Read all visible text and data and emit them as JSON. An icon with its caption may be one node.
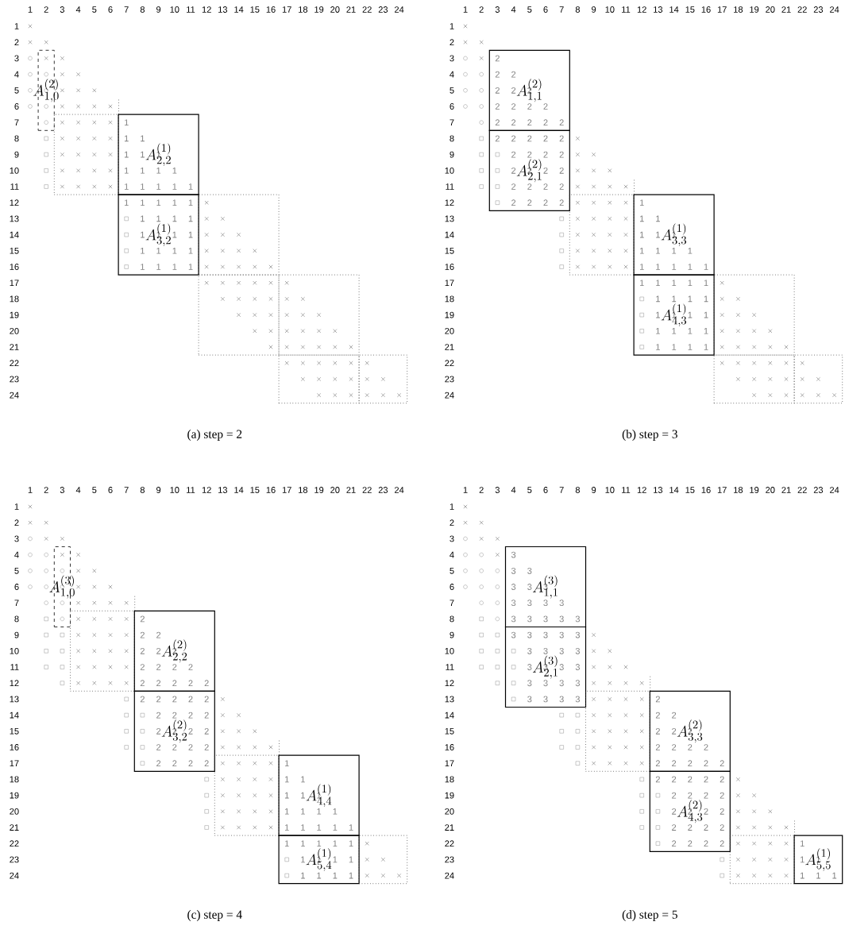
{
  "diagram": {
    "nodes": [
      {
        "text": [
          "A_{1,0}^{(2)}"
        ]
      },
      {
        "text": [],
        "shape": "box"
      },
      {
        "text": [
          "A_{2,2}^{(1)}"
        ]
      },
      {
        "text": [
          "A_{3,2}^{(1)}"
        ]
      },
      {
        "text": [],
        "shape": "box"
      },
      {
        "text": [],
        "shape": "box"
      },
      {
        "text": [],
        "shape": "box"
      },
      {
        "text": [],
        "shape": "box"
      },
      {
        "text": [],
        "shape": "box"
      },
      {
        "text": [
          "A_{1,1}^{(2)}"
        ]
      },
      {
        "text": [
          "A_{2,1}^{(2)}"
        ]
      },
      {
        "text": [],
        "shape": "box"
      },
      {
        "text": [
          "A_{3,3}^{(1)}"
        ]
      },
      {
        "text": [
          "A_{4,3}^{(1)}"
        ]
      },
      {
        "text": [],
        "shape": "box"
      },
      {
        "text": [],
        "shape": "box"
      },
      {
        "text": [],
        "shape": "box"
      },
      {
        "text": [
          "A_{1,0}^{(3)}"
        ]
      },
      {
        "text": [],
        "shape": "box"
      },
      {
        "text": [
          "A_{2,2}^{(2)}"
        ]
      },
      {
        "text": [
          "A_{3,2}^{(2)}"
        ]
      },
      {
        "text": [],
        "shape": "box"
      },
      {
        "text": [
          "A_{4,4}^{(1)}"
        ]
      },
      {
        "text": [
          "A_{5,4}^{(1)}"
        ]
      },
      {
        "text": [],
        "shape": "box"
      },
      {
        "text": [
          "A_{1,1}^{(3)}"
        ]
      },
      {
        "text": [
          "A_{2,1}^{(3)}"
        ]
      },
      {
        "text": [],
        "shape": "box"
      },
      {
        "text": [
          "A_{3,3}^{(2)}"
        ]
      },
      {
        "text": [
          "A_{4,3}^{(2)}"
        ]
      },
      {
        "text": [],
        "shape": "box"
      },
      {
        "text": [
          "A_{5,5}^{(1)}"
        ]
      }
    ],
    "labels": [
      "1",
      "2",
      "3",
      "4",
      "5",
      "6",
      "7",
      "8",
      "9",
      "10",
      "11",
      "12",
      "13",
      "14",
      "15",
      "16",
      "17",
      "18",
      "19",
      "20",
      "21",
      "22",
      "23",
      "24",
      "1",
      "2",
      "3",
      "4",
      "5",
      "6",
      "7",
      "1",
      "8",
      "1",
      "1",
      "9",
      "1",
      "1",
      "1",
      "10",
      "1",
      "1",
      "1",
      "1",
      "11",
      "1",
      "1",
      "1",
      "1",
      "1",
      "12",
      "1",
      "1",
      "1",
      "1",
      "1",
      "13",
      "1",
      "1",
      "1",
      "1",
      "14",
      "1",
      "1",
      "1",
      "1",
      "15",
      "1",
      "1",
      "1",
      "1",
      "16",
      "1",
      "1",
      "1",
      "1",
      "17",
      "18",
      "19",
      "20",
      "21",
      "22",
      "23",
      "24",
      "(a) step = 2",
      "1",
      "2",
      "3",
      "4",
      "5",
      "6",
      "7",
      "8",
      "9",
      "10",
      "11",
      "12",
      "13",
      "14",
      "15",
      "16",
      "17",
      "18",
      "19",
      "20",
      "21",
      "22",
      "23",
      "24",
      "1",
      "2",
      "3",
      "2",
      "4",
      "2",
      "2",
      "5",
      "2",
      "2",
      "2",
      "6",
      "2",
      "2",
      "2",
      "2",
      "7",
      "2",
      "2",
      "2",
      "2",
      "2",
      "8",
      "2",
      "2",
      "2",
      "2",
      "2",
      "9",
      "2",
      "2",
      "2",
      "2",
      "10",
      "2",
      "2",
      "2",
      "2",
      "11",
      "2",
      "2",
      "2",
      "2",
      "12",
      "2",
      "2",
      "2",
      "2",
      "1",
      "13",
      "1",
      "1",
      "14",
      "1",
      "1",
      "1",
      "15",
      "1",
      "1",
      "1",
      "1",
      "16",
      "1",
      "1",
      "1",
      "1",
      "1",
      "17",
      "1",
      "1",
      "1",
      "1",
      "1",
      "18",
      "1",
      "1",
      "1",
      "1",
      "19",
      "1",
      "1",
      "1",
      "1",
      "20",
      "1",
      "1",
      "1",
      "1",
      "21",
      "1",
      "1",
      "1",
      "1",
      "22",
      "23",
      "24",
      "(b) step = 3",
      "1",
      "2",
      "3",
      "4",
      "5",
      "6",
      "7",
      "8",
      "9",
      "10",
      "11",
      "12",
      "13",
      "14",
      "15",
      "16",
      "17",
      "18",
      "19",
      "20",
      "21",
      "22",
      "23",
      "24",
      "1",
      "2",
      "3",
      "4",
      "5",
      "6",
      "7",
      "8",
      "2",
      "9",
      "2",
      "2",
      "10",
      "2",
      "2",
      "2",
      "11",
      "2",
      "2",
      "2",
      "2",
      "12",
      "2",
      "2",
      "2",
      "2",
      "2",
      "13",
      "2",
      "2",
      "2",
      "2",
      "2",
      "14",
      "2",
      "2",
      "2",
      "2",
      "15",
      "2",
      "2",
      "2",
      "2",
      "16",
      "2",
      "2",
      "2",
      "2",
      "17",
      "2",
      "2",
      "2",
      "2",
      "1",
      "18",
      "1",
      "1",
      "19",
      "1",
      "1",
      "1",
      "20",
      "1",
      "1",
      "1",
      "1",
      "21",
      "1",
      "1",
      "1",
      "1",
      "1",
      "22",
      "1",
      "1",
      "1",
      "1",
      "1",
      "23",
      "1",
      "1",
      "1",
      "1",
      "24",
      "1",
      "1",
      "1",
      "1",
      "(c) step = 4",
      "1",
      "2",
      "3",
      "4",
      "5",
      "6",
      "7",
      "8",
      "9",
      "10",
      "11",
      "12",
      "13",
      "14",
      "15",
      "16",
      "17",
      "18",
      "19",
      "20",
      "21",
      "22",
      "23",
      "24",
      "1",
      "2",
      "3",
      "4",
      "3",
      "5",
      "3",
      "3",
      "6",
      "3",
      "3",
      "3",
      "7",
      "3",
      "3",
      "3",
      "3",
      "8",
      "3",
      "3",
      "3",
      "3",
      "3",
      "9",
      "3",
      "3",
      "3",
      "3",
      "3",
      "10",
      "3",
      "3",
      "3",
      "3",
      "11",
      "3",
      "3",
      "3",
      "3",
      "12",
      "3",
      "3",
      "3",
      "3",
      "13",
      "3",
      "3",
      "3",
      "3",
      "2",
      "14",
      "2",
      "2",
      "15",
      "2",
      "2",
      "2",
      "16",
      "2",
      "2",
      "2",
      "2",
      "17",
      "2",
      "2",
      "2",
      "2",
      "2",
      "18",
      "2",
      "2",
      "2",
      "2",
      "2",
      "19",
      "2",
      "2",
      "2",
      "2",
      "20",
      "2",
      "2",
      "2",
      "2",
      "21",
      "2",
      "2",
      "2",
      "2",
      "22",
      "2",
      "2",
      "2",
      "2",
      "1",
      "23",
      "1",
      "1",
      "24",
      "1",
      "1",
      "1",
      "(d) step = 5"
    ]
  }
}
